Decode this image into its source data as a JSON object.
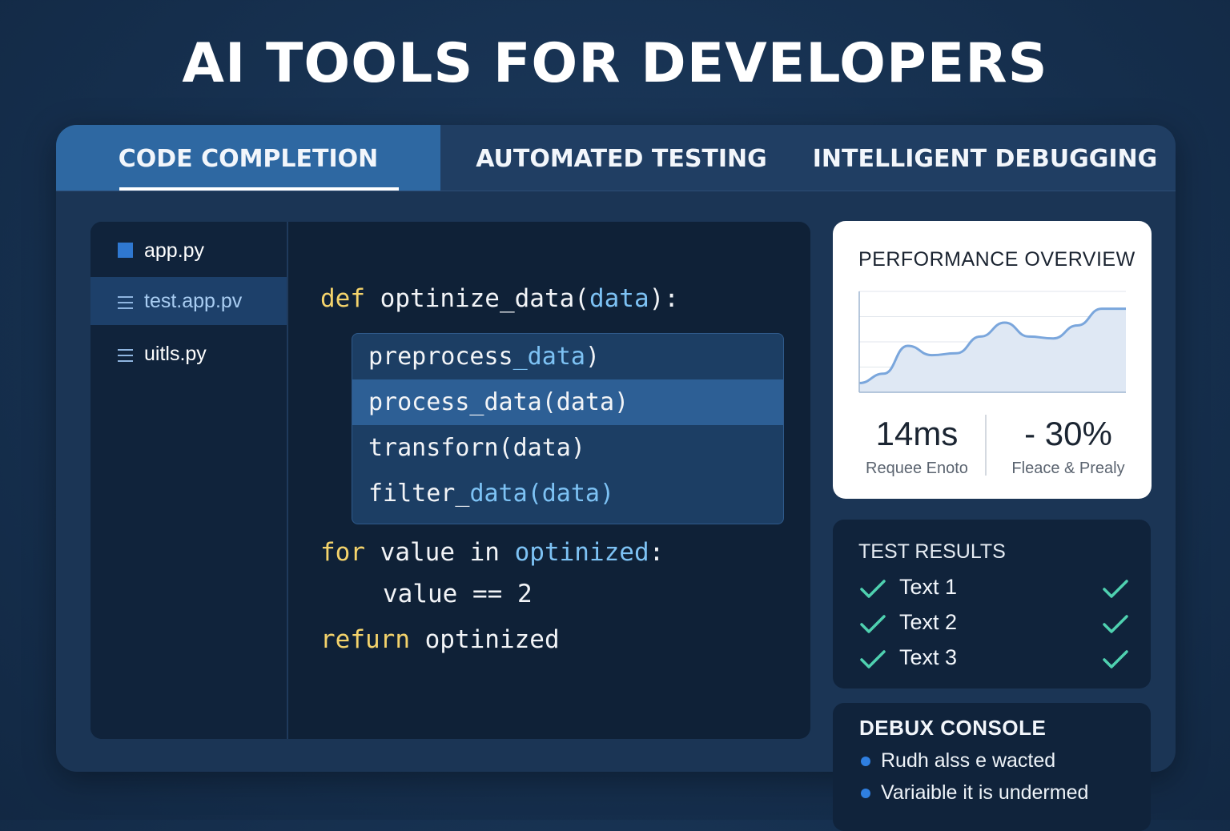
{
  "page_title": "AI TOOLS FOR DEVELOPERS",
  "tabs": [
    {
      "label": "CODE COMPLETION",
      "active": true
    },
    {
      "label": "AUTOMATED TESTING",
      "active": false
    },
    {
      "label": "INTELLIGENT DEBUGGING",
      "active": false
    }
  ],
  "files": [
    {
      "name": "app.py",
      "icon": "python-file-icon"
    },
    {
      "name": "test.app.pv",
      "icon": "text-file-icon",
      "selected": true
    },
    {
      "name": "uitls.py",
      "icon": "text-file-icon"
    }
  ],
  "code": {
    "line1": {
      "kw": "def",
      "fn": " optinize_data(",
      "param": "data",
      "end": "):"
    },
    "line2": {
      "kw": "for",
      "mid": " value in ",
      "var": "optinized",
      "end": ":"
    },
    "line3": "value == 2",
    "line4": {
      "kw": "refurn",
      "rest": " optinized"
    }
  },
  "autocomplete": [
    {
      "a": "preprocess",
      "b": "_data",
      "c": ")"
    },
    {
      "a": "process_data",
      "b": "(data",
      "c": ")",
      "selected": true
    },
    {
      "a": "transforn(data)",
      "b": "",
      "c": ""
    },
    {
      "a": "filter_",
      "b": "data",
      "c": "(data)"
    }
  ],
  "performance": {
    "title": "PERFORMANCE OVERVIEW",
    "stat1_value": "14ms",
    "stat1_label": "Requee Enoto",
    "stat2_value": "- 30%",
    "stat2_label": "Fleace & Prealy"
  },
  "chart_data": {
    "type": "area",
    "title": "",
    "grid": true,
    "series": [
      {
        "values": [
          0.1,
          0.2,
          0.5,
          0.4,
          0.42,
          0.6,
          0.75,
          0.6,
          0.58,
          0.72,
          0.9,
          0.9
        ]
      }
    ]
  },
  "tests": {
    "title": "TEST RESULTS",
    "items": [
      "Text 1",
      "Text 2",
      "Text 3"
    ]
  },
  "debug": {
    "title": "DEBUX CONSOLE",
    "lines": [
      "Rudh alss e wacted",
      "Variaible it is undermed"
    ]
  },
  "colors": {
    "accent": "#2e68a2",
    "keyword": "#f4d36b",
    "highlight": "#7dc2f4",
    "check": "#4fd1b0"
  }
}
